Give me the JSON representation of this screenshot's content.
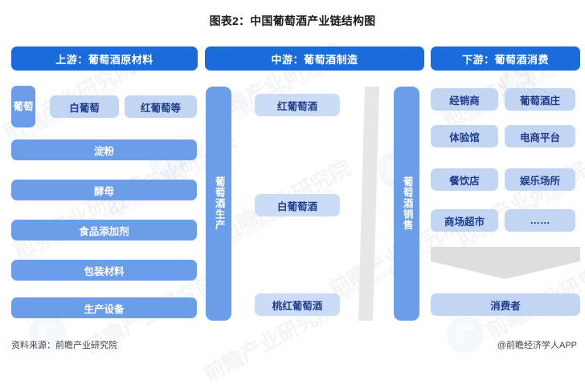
{
  "title": "图表2：中国葡萄酒产业链结构图",
  "headers": {
    "upstream": "上游：葡萄酒原材料",
    "midstream": "中游：葡萄酒制造",
    "downstream": "下游：葡萄酒消费"
  },
  "upstream": {
    "grape_label": "葡萄",
    "grape_types": [
      "白葡萄",
      "红葡萄等"
    ],
    "materials": [
      "淀粉",
      "酵母",
      "食品添加剂",
      "包装材料",
      "生产设备"
    ]
  },
  "midstream": {
    "process_label": "葡萄酒生产",
    "products": [
      "红葡萄酒",
      "白葡萄酒",
      "桃红葡萄酒"
    ]
  },
  "downstream": {
    "channel_label": "葡萄酒销售",
    "channels": [
      "经销商",
      "葡萄酒庄",
      "体验馆",
      "电商平台",
      "餐饮店",
      "娱乐场所",
      "商场超市",
      "……"
    ],
    "consumer": "消费者"
  },
  "footer": {
    "source": "资料来源：前瞻产业研究院",
    "attribution": "@前瞻经济学人APP"
  },
  "watermarks": {
    "brand": "前瞻产业研究院",
    "sub": "中国产业咨询领导者（股票：839599）"
  },
  "colors": {
    "header_blue": "#1B6BDC",
    "mid_blue": "#6B9DE8",
    "light_blue": "#C2D5F3",
    "gray": "#E0E0E0",
    "navy_text": "#1F3C8C"
  }
}
